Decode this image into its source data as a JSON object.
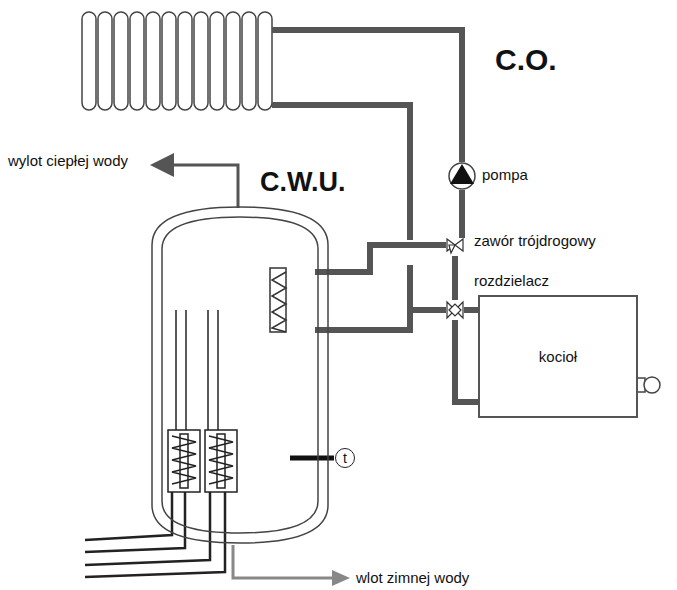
{
  "diagram": {
    "nodes": [
      {
        "text": [
          "C.W.U."
        ]
      },
      {
        "text": [
          "t"
        ],
        "in": 0
      },
      {
        "text": [
          "kocioł"
        ]
      }
    ],
    "labels": [
      "C.O.",
      "pompa",
      "zawór trójdrogowy",
      "rozdzielacz",
      "wylot ciepłej wody",
      "wlot zimnej wody"
    ]
  }
}
